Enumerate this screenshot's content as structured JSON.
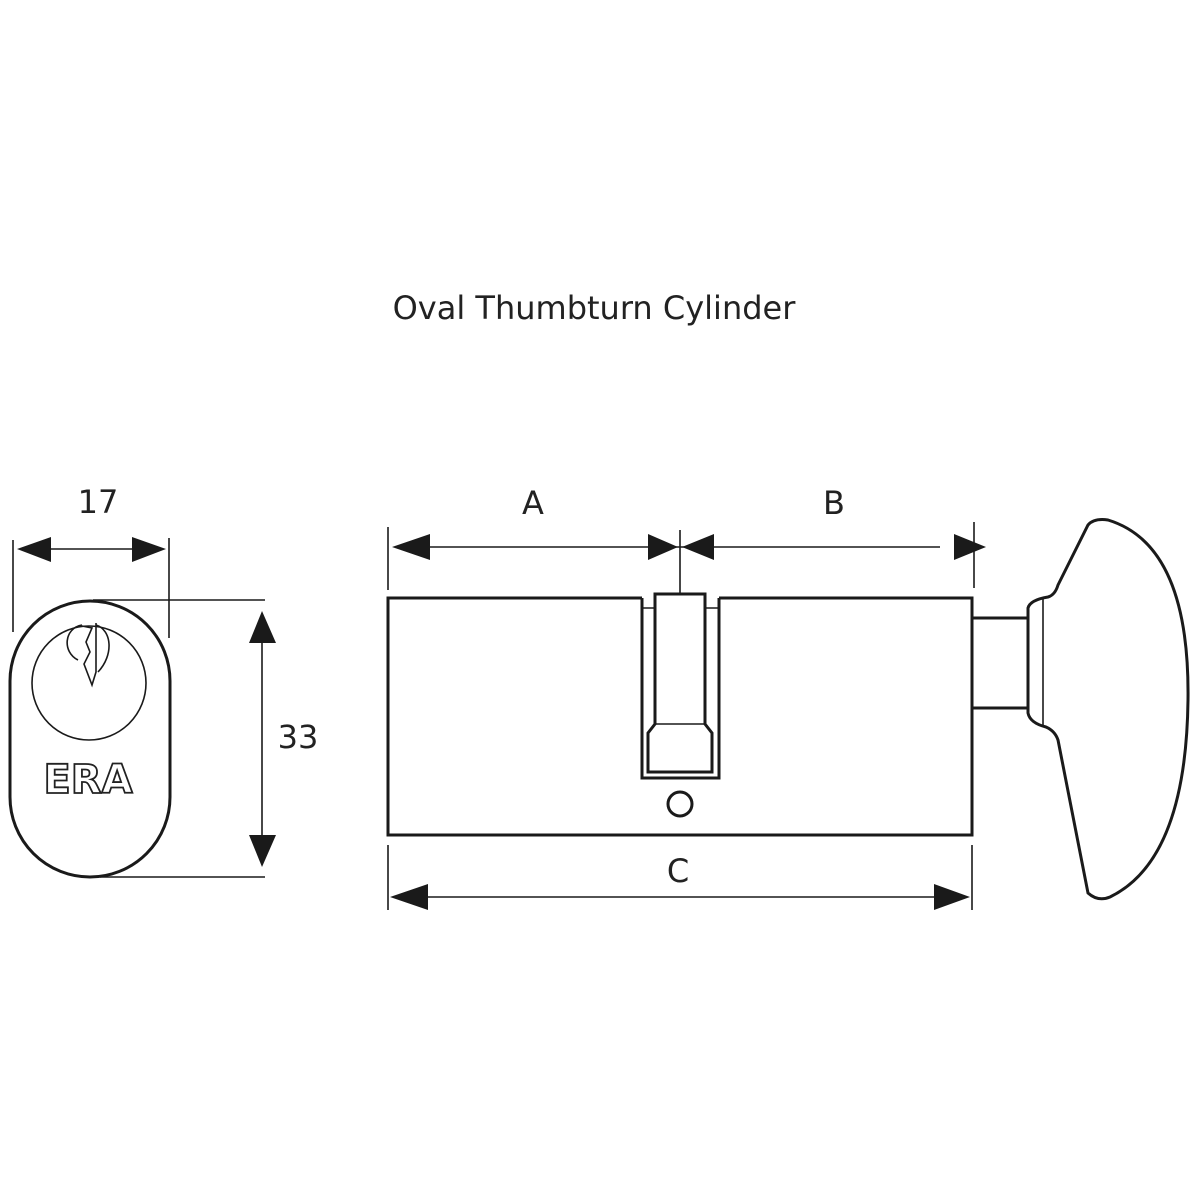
{
  "title": "Oval Thumbturn Cylinder",
  "dimensions": {
    "width": "17",
    "height": "33",
    "a": "A",
    "b": "B",
    "c": "C"
  },
  "logo": "ERA",
  "colors": {
    "line": "#1a1a1a",
    "background": "#ffffff"
  }
}
